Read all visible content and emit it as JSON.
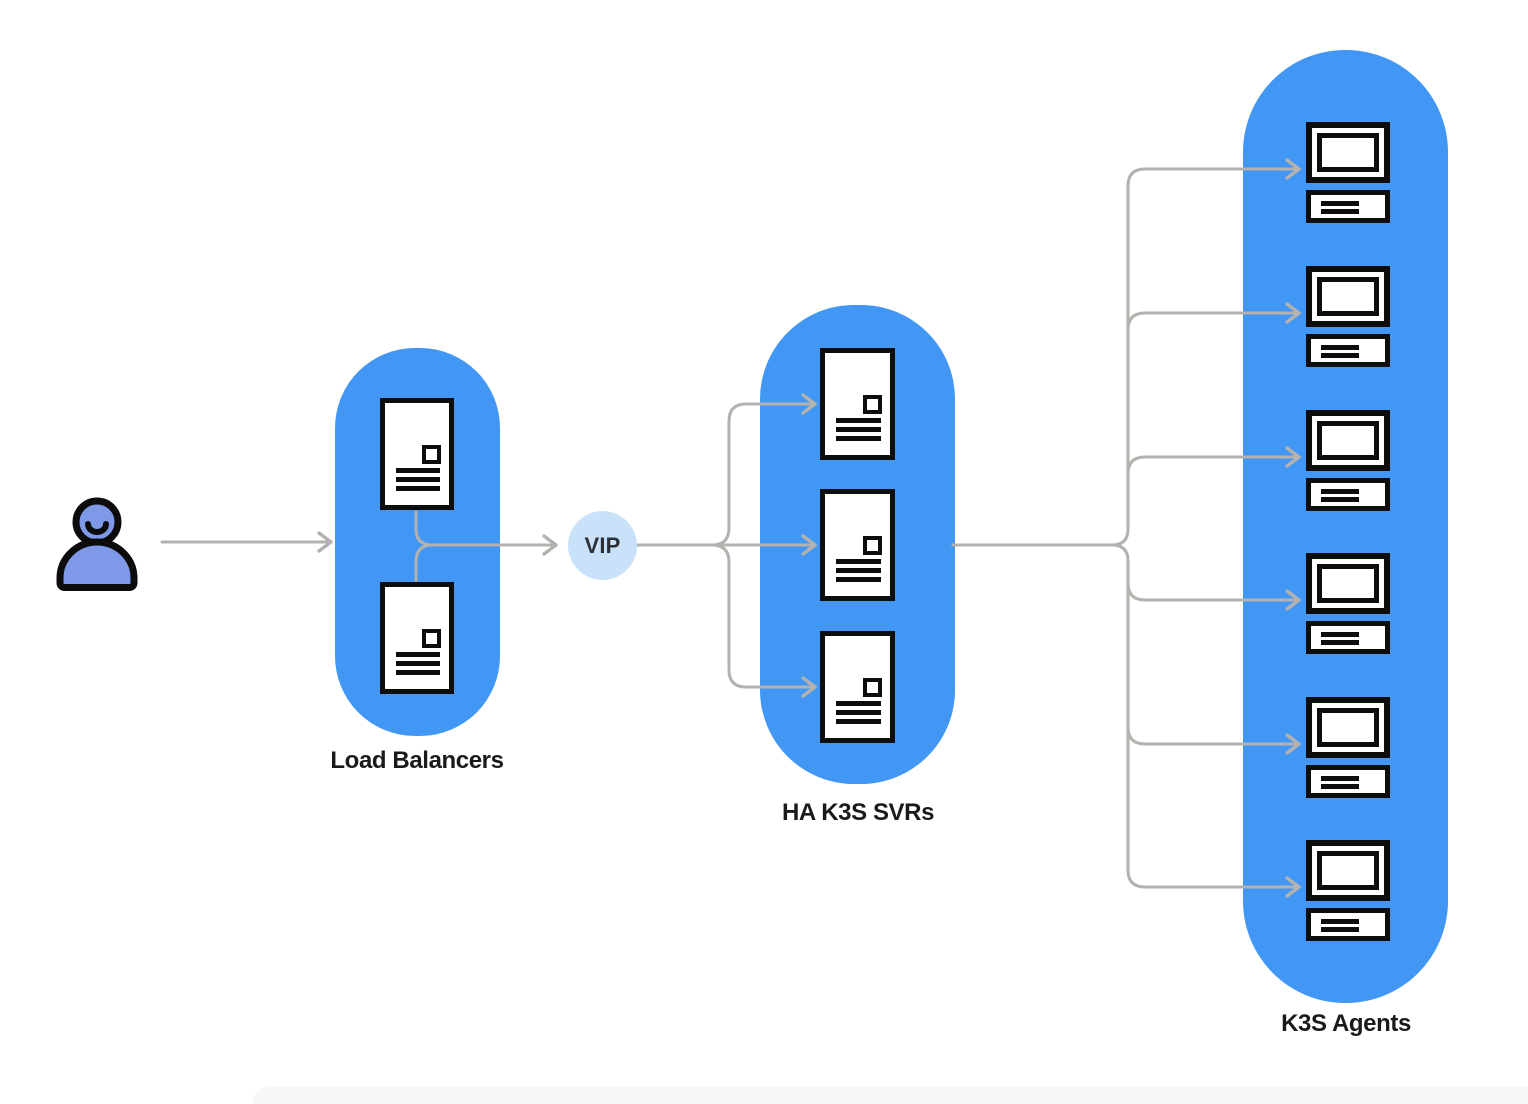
{
  "diagram": {
    "nodes": {
      "user": {
        "icon": "user-icon"
      },
      "load_balancers": {
        "label": "Load Balancers",
        "icon": "server-icon",
        "server_count": 2
      },
      "vip": {
        "label": "VIP"
      },
      "ha_k3s_servers": {
        "label": "HA K3S SVRs",
        "icon": "server-icon",
        "server_count": 3
      },
      "k3s_agents": {
        "label": "K3S Agents",
        "icon": "computer-icon",
        "agent_count": 6
      }
    },
    "flow": [
      "user",
      "load_balancers",
      "vip",
      "ha_k3s_servers",
      "k3s_agents"
    ],
    "colors": {
      "group_fill": "#4297F5",
      "vip_fill": "#C9E2F9",
      "connector": "#B3B2AE",
      "icon_ink": "#0D0D0E",
      "label_ink": "#1A1A1C",
      "user_fill": "#7E99E8",
      "background": "#FFFFFF"
    }
  }
}
